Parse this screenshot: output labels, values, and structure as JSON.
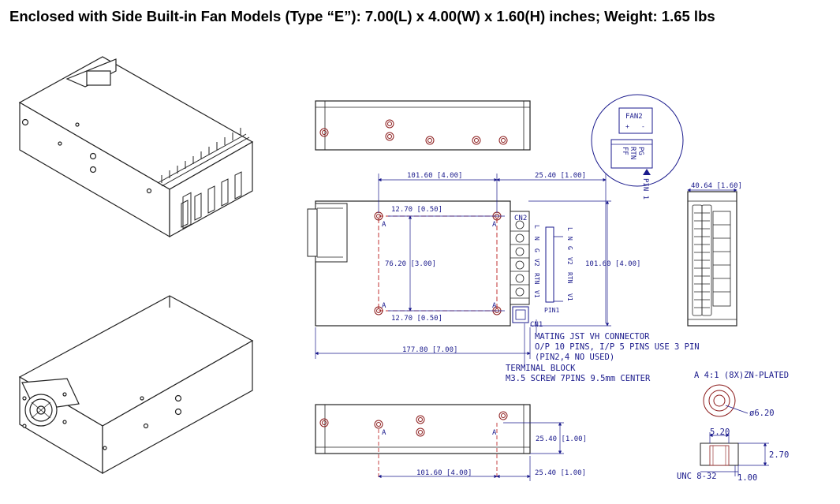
{
  "title": "Enclosed with Side Built-in Fan Models (Type “E”): 7.00(L) x 4.00(W) x 1.60(H) inches; Weight: 1.65 lbs",
  "dims": {
    "top_width": "101.60 [4.00]",
    "top_right": "25.40 [1.00]",
    "hole_top": "12.70 [0.50]",
    "hole_span": "76.20 [3.00]",
    "hole_bottom": "12.70 [0.50]",
    "height": "101.60 [4.00]",
    "length": "177.80 [7.00]",
    "side_width": "40.64 [1.60]",
    "bottom_right_v": "25.40 [1.00]",
    "bottom_width": "101.60 [4.00]",
    "bottom_right_h": "25.40 [1.00]"
  },
  "marks": {
    "a": "A"
  },
  "connectors": {
    "cn2": "CN2",
    "cn1": "CN1",
    "pin1": "PIN1",
    "pin1_arrow": "PIN 1",
    "fan2": "FAN2",
    "fan_plus": "+",
    "fan_minus": "-",
    "pg": "PG",
    "rtn": "RTN",
    "ff": "FF",
    "terminals": [
      "L",
      "N",
      "G",
      "V2",
      "RTN",
      "V1"
    ],
    "terminals2": [
      "L",
      "N",
      "G",
      "V2",
      "RTN",
      "V1"
    ]
  },
  "notes": {
    "mating1": "MATING JST VH CONNECTOR",
    "mating2": "O/P 10 PINS, I/P 5 PINS USE 3 PIN",
    "mating3": "(PIN2,4 NO USED)",
    "tb1": "TERMINAL BLOCK",
    "tb2": "M3.5 SCREW 7PINS 9.5mm CENTER"
  },
  "detail": {
    "title": "A  4:1  (8X)ZN-PLATED",
    "dia": "ø6.20",
    "w": "5.20",
    "h": "2.70",
    "thread": "UNC 8-32",
    "thread_len": "1.00"
  }
}
